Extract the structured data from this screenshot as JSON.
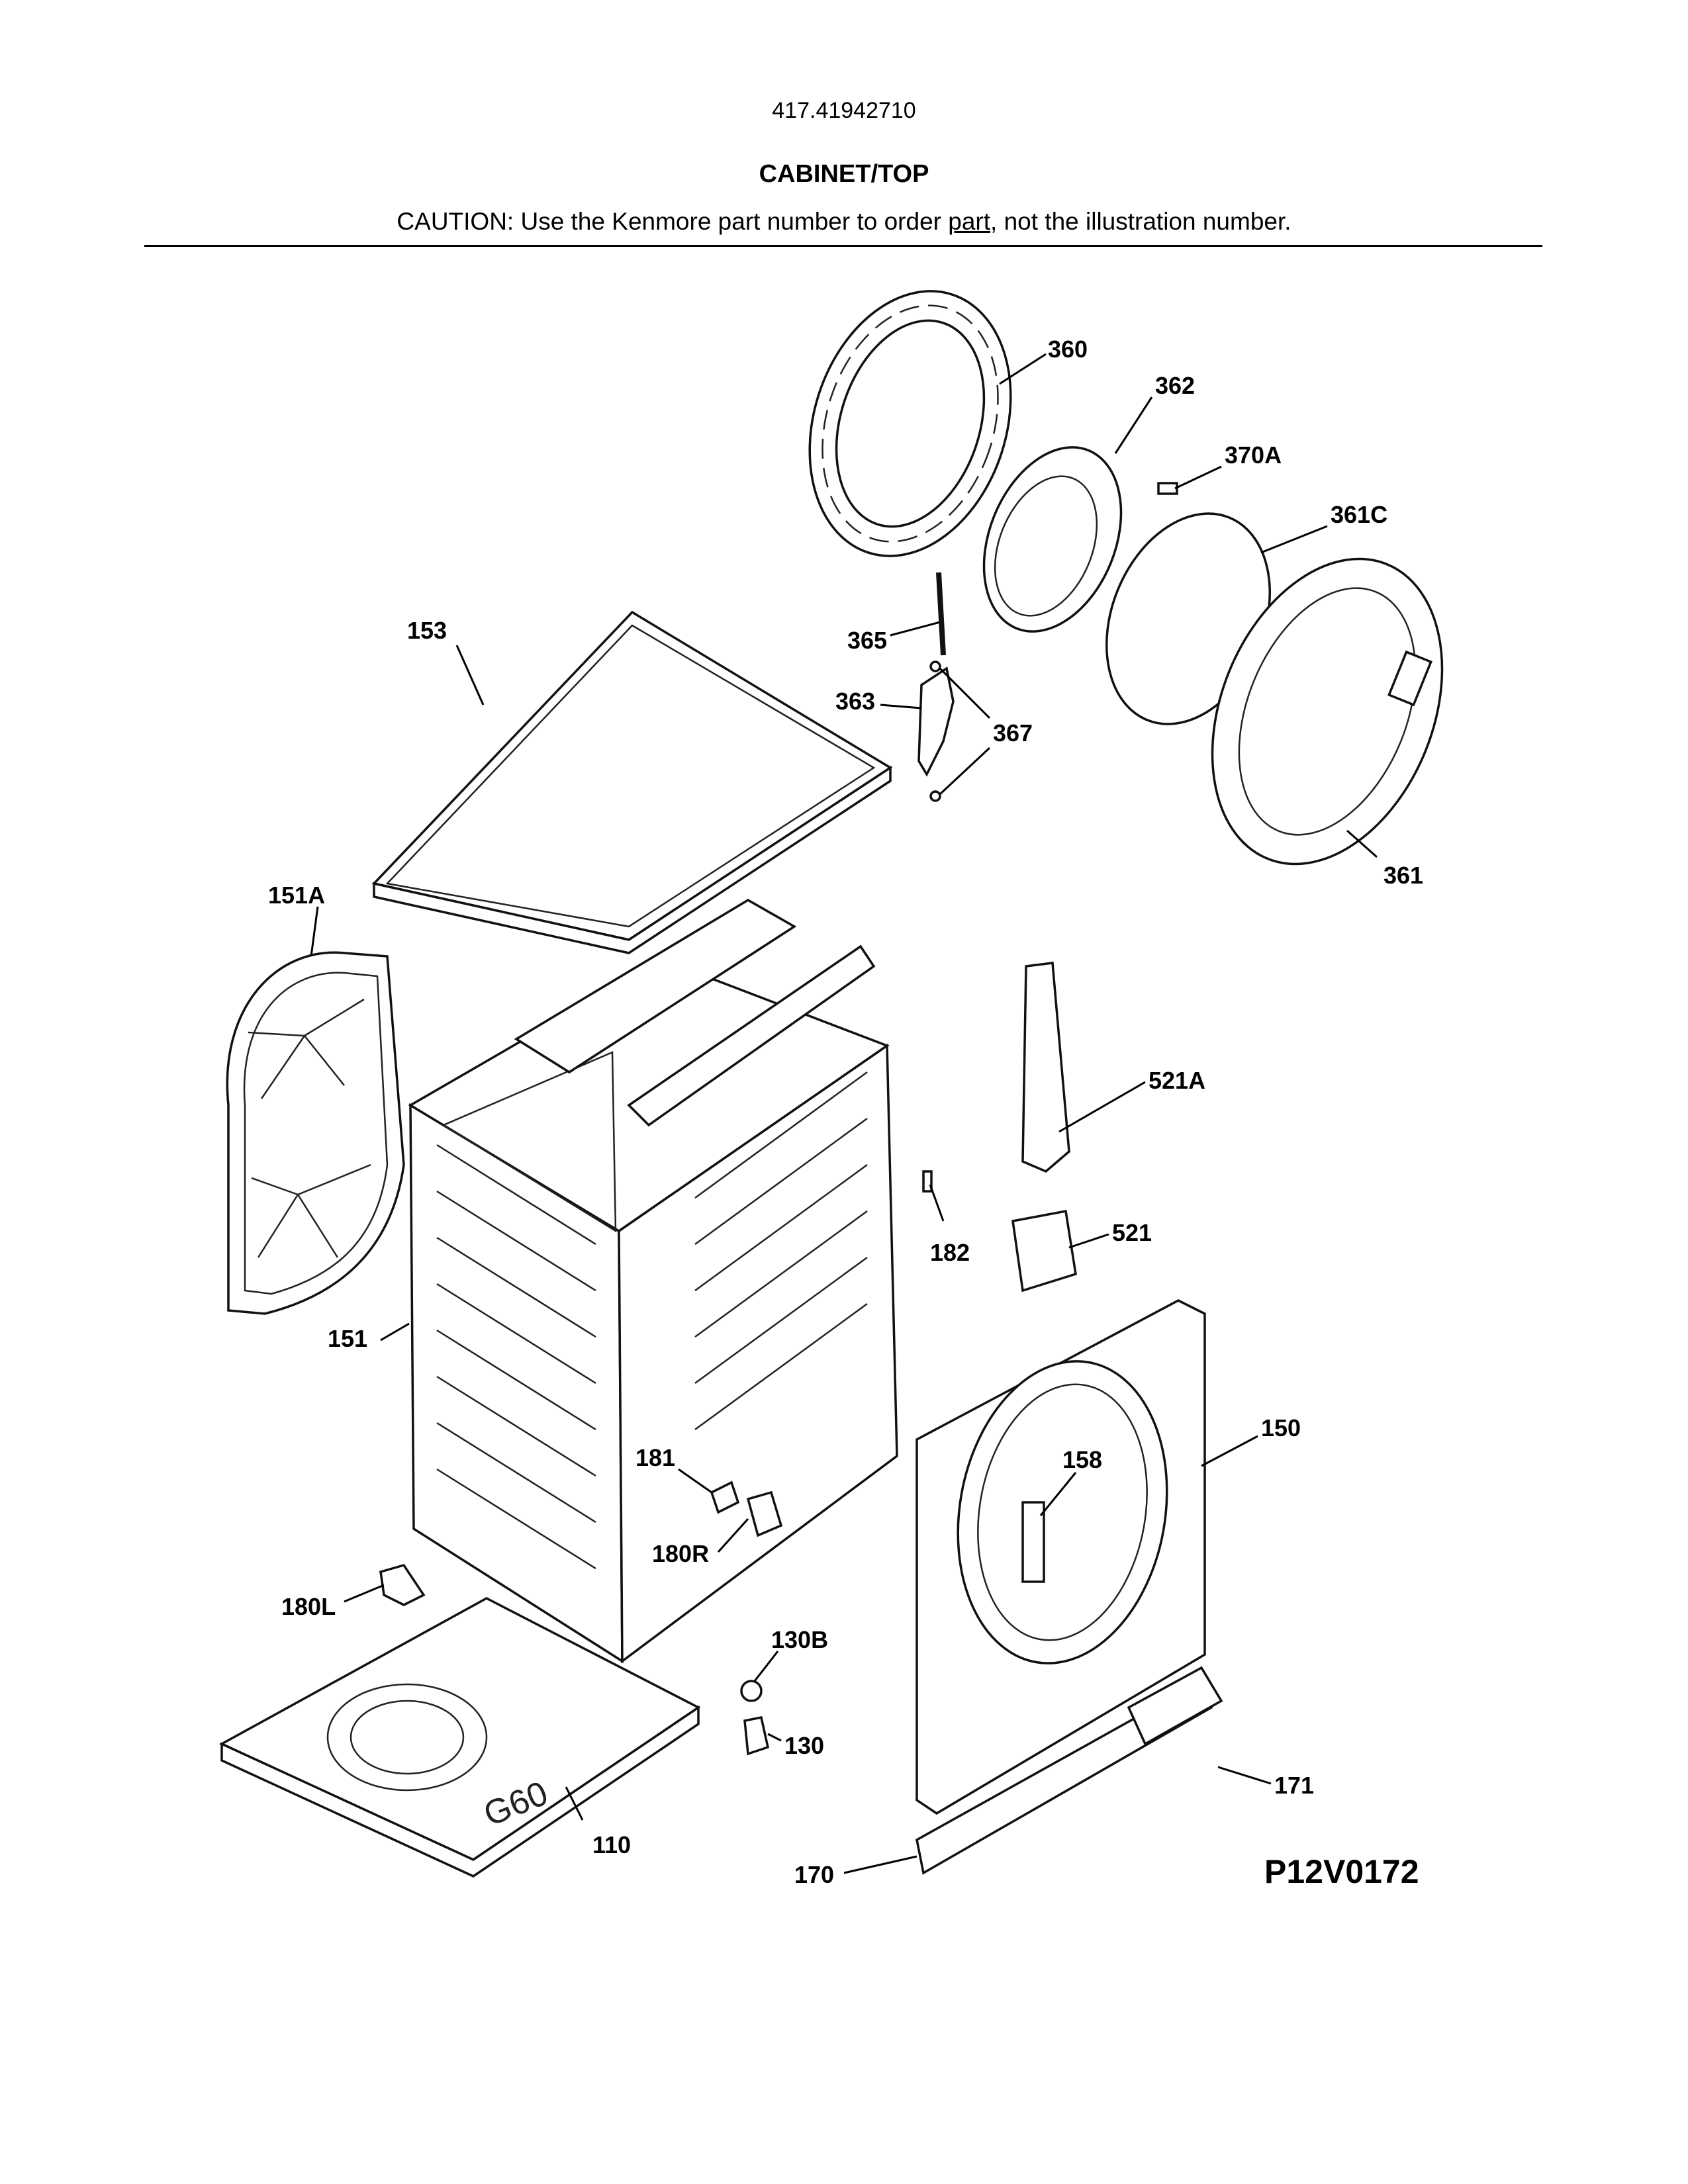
{
  "header": {
    "model_number": "417.41942710",
    "section_title": "CABINET/TOP",
    "caution_before": "CAUTION: Use the Kenmore part number to order ",
    "caution_link": "part",
    "caution_after": ", not the illustration number."
  },
  "diagram": {
    "code": "P12V0172",
    "bottom_marking": "G60",
    "callouts": {
      "c360": "360",
      "c362": "362",
      "c370A": "370A",
      "c361C": "361C",
      "c153": "153",
      "c365": "365",
      "c363": "363",
      "c367": "367",
      "c361": "361",
      "c151A": "151A",
      "c521A": "521A",
      "c182": "182",
      "c521": "521",
      "c151": "151",
      "c150": "150",
      "c158": "158",
      "c181": "181",
      "c180R": "180R",
      "c180L": "180L",
      "c130B": "130B",
      "c130": "130",
      "c171": "171",
      "c110": "110",
      "c170": "170"
    }
  }
}
